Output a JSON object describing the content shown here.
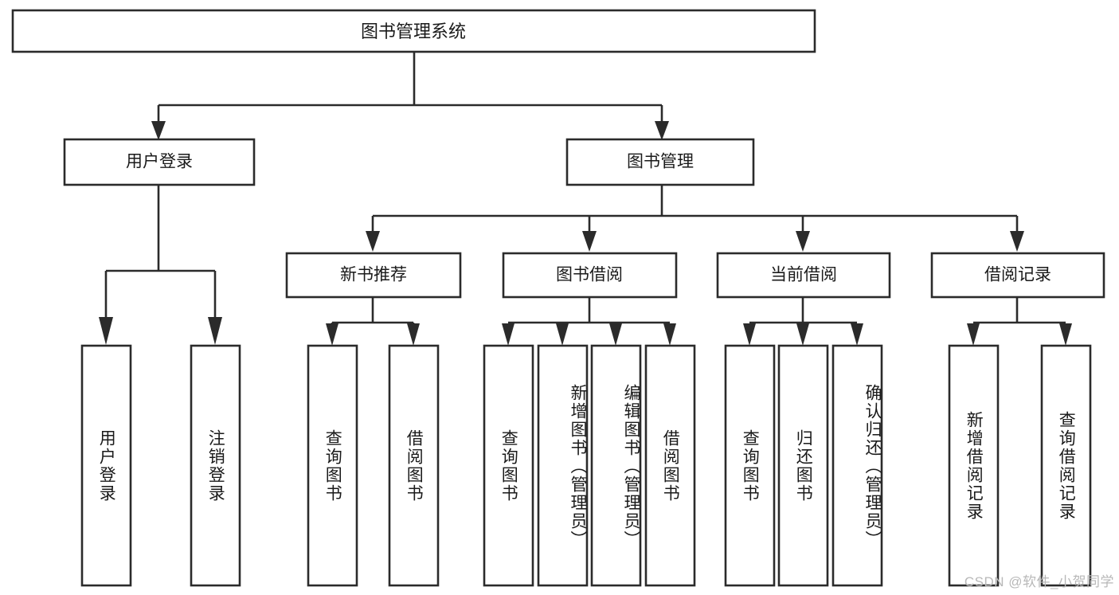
{
  "diagram": {
    "type": "tree-hierarchy",
    "title": "图书管理系统",
    "watermark": "CSDN @软件_小贺同学",
    "colors": {
      "stroke": "#2b2b2b",
      "fill": "#ffffff",
      "text": "#1a1a1a",
      "watermark": "#b8b8b8",
      "background": "#ffffff"
    },
    "root": {
      "label": "图书管理系统"
    },
    "level2": [
      {
        "label": "用户登录"
      },
      {
        "label": "图书管理"
      }
    ],
    "level3": [
      {
        "label": "新书推荐"
      },
      {
        "label": "图书借阅"
      },
      {
        "label": "当前借阅"
      },
      {
        "label": "借阅记录"
      }
    ],
    "leaves": {
      "user_login": [
        {
          "label": "用户登录"
        },
        {
          "label": "注销登录"
        }
      ],
      "new_book_recommend": [
        {
          "label": "查询图书"
        },
        {
          "label": "借阅图书"
        }
      ],
      "book_borrow": [
        {
          "label": "查询图书"
        },
        {
          "label": "新增图书（管理员）"
        },
        {
          "label": "编辑图书（管理员）"
        },
        {
          "label": "借阅图书"
        }
      ],
      "current_borrow": [
        {
          "label": "查询图书"
        },
        {
          "label": "归还图书"
        },
        {
          "label": "确认归还（管理员）"
        }
      ],
      "borrow_records": [
        {
          "label": "新增借阅记录"
        },
        {
          "label": "查询借阅记录"
        }
      ]
    }
  }
}
